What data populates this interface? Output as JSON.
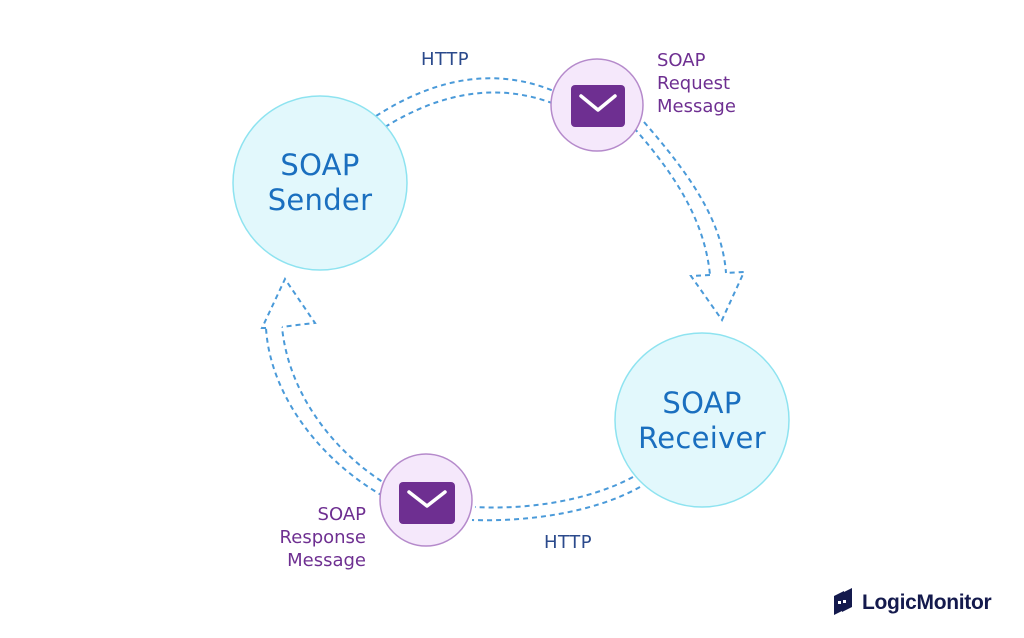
{
  "diagram": {
    "title": "SOAP message flow",
    "nodes": {
      "sender": {
        "line1": "SOAP",
        "line2": "Sender"
      },
      "receiver": {
        "line1": "SOAP",
        "line2": "Receiver"
      }
    },
    "messages": {
      "request": {
        "line1": "SOAP",
        "line2": "Request",
        "line3": "Message",
        "icon": "envelope-icon"
      },
      "response": {
        "line1": "SOAP",
        "line2": "Response",
        "line3": "Message",
        "icon": "envelope-icon"
      }
    },
    "protocols": {
      "top": "HTTP",
      "bottom": "HTTP"
    },
    "colors": {
      "node_fill": "#e2f8fc",
      "node_stroke": "#8ee3f0",
      "node_text": "#1a6fbf",
      "message_fill": "#f5e8fb",
      "message_stroke": "#b58acb",
      "envelope": "#6e2f91",
      "message_text": "#6e2f91",
      "http_text": "#2b4a8c",
      "dash": "#4a9ad9",
      "brand": "#141a4d"
    }
  },
  "brand": {
    "name": "LogicMonitor"
  }
}
